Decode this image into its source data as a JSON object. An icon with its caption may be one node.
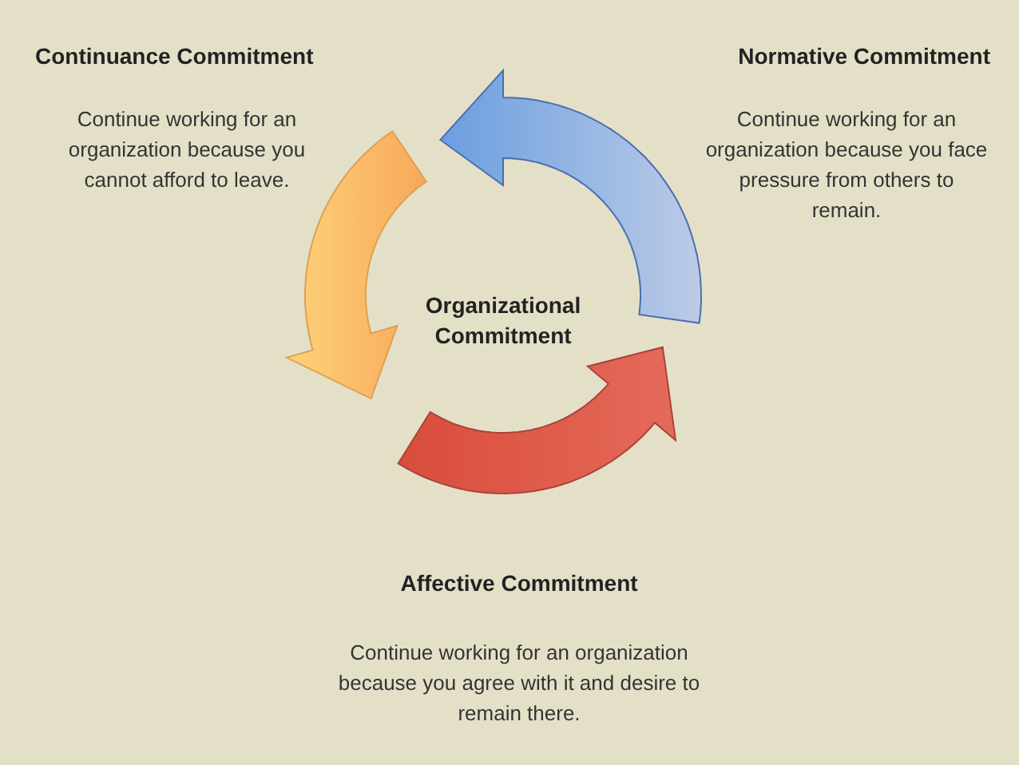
{
  "diagram": {
    "nodes": [
      {
        "text": [
          "Continuance Commitment",
          "Continue working for an organization because you cannot afford to leave."
        ]
      },
      {
        "text": [
          "Normative Commitment",
          "Continue working for an organization because you face pressure from others to remain."
        ]
      },
      {
        "text": [
          "Organizational Commitment"
        ]
      },
      {
        "text": [
          "Affective Commitment",
          "Continue working for an organization because you agree with it and desire to remain there."
        ]
      }
    ]
  }
}
